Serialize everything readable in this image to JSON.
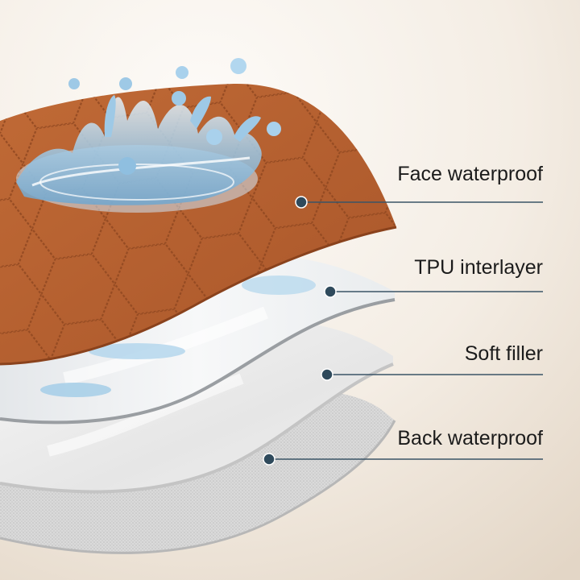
{
  "layers": [
    {
      "key": "face",
      "label": "Face waterproof"
    },
    {
      "key": "tpu",
      "label": "TPU interlayer"
    },
    {
      "key": "filler",
      "label": "Soft filler"
    },
    {
      "key": "back",
      "label": "Back waterproof"
    }
  ],
  "colors": {
    "background_light": "#fbf8f3",
    "background_warm": "#e8dccd",
    "face_fabric": "#b86230",
    "face_quilt_line": "#8f4720",
    "tpu_sheet": "#eef0f2",
    "filler_sheet": "#f2f2f2",
    "back_mesh": "#d6d6d6",
    "leader_line": "#3a5466",
    "marker_dot": "#2f4a5c",
    "water": "#a9cfe8"
  },
  "icons": [
    "water-splash-icon",
    "water-drop-icon"
  ]
}
